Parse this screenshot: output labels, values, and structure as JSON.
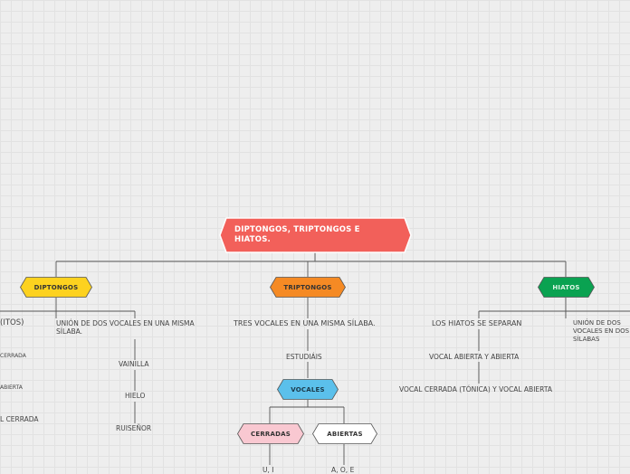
{
  "root": {
    "title": "DIPTONGOS, TRIPTONGOS E HIATOS.",
    "color": "#f2605a"
  },
  "branches": {
    "diptongos": {
      "label": "DIPTONGOS",
      "color": "#fdd21f",
      "left_items": [
        "(ITOS)",
        "CERRADA",
        "ABIERTA",
        "L CERRADA"
      ],
      "definition": "UNIÓN DE DOS VOCALES EN UNA MISMA SÍLABA.",
      "examples": [
        "VAINILLA",
        "HIELO",
        "RUISEÑOR"
      ]
    },
    "triptongos": {
      "label": "TRIPTONGOS",
      "color": "#f58a24",
      "definition": "TRES VOCALES EN UNA MISMA SÍLABA.",
      "example": "ESTUDIÁIS",
      "vocales": {
        "label": "VOCALES",
        "color": "#5bc0eb",
        "cerradas": {
          "label": "CERRADAS",
          "color": "#f9c8d1",
          "items": "U, I"
        },
        "abiertas": {
          "label": "ABIERTAS",
          "color": "#ffffff",
          "items": "A, O, E"
        }
      }
    },
    "hiatos": {
      "label": "HIATOS",
      "color": "#0aa251",
      "definition": "LOS HIATOS SE SEPARAN",
      "rule1": "VOCAL ABIERTA Y ABIERTA",
      "rule2": "VOCAL CERRADA (TÓNICA) Y VOCAL ABIERTA",
      "right_definition": "UNIÓN DE DOS VOCALES EN DOS SÍLABAS"
    }
  }
}
